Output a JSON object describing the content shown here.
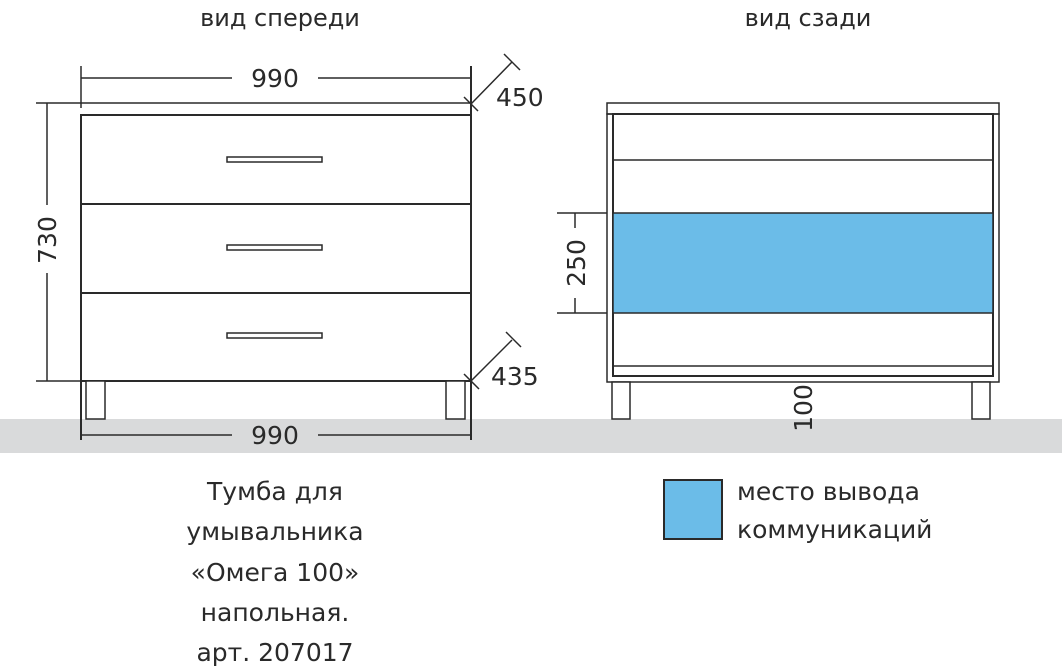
{
  "views": {
    "front": {
      "title": "вид спереди"
    },
    "back": {
      "title": "вид сзади"
    }
  },
  "dimensions": {
    "width_top": "990",
    "depth_top": "450",
    "height": "730",
    "depth_bottom": "435",
    "width_bottom": "990",
    "outlet_height": "250",
    "leg_height": "100"
  },
  "product": {
    "lines": [
      "Тумба для",
      "умывальника",
      "«Омега 100»",
      "напольная.",
      "арт. 207017"
    ]
  },
  "legend": {
    "lines": [
      "место вывода",
      "коммуникаций"
    ],
    "color": "#6bbce8"
  },
  "colors": {
    "floor": "#d9dadb",
    "outlet": "#6bbce8",
    "line": "#2a2a2a"
  }
}
